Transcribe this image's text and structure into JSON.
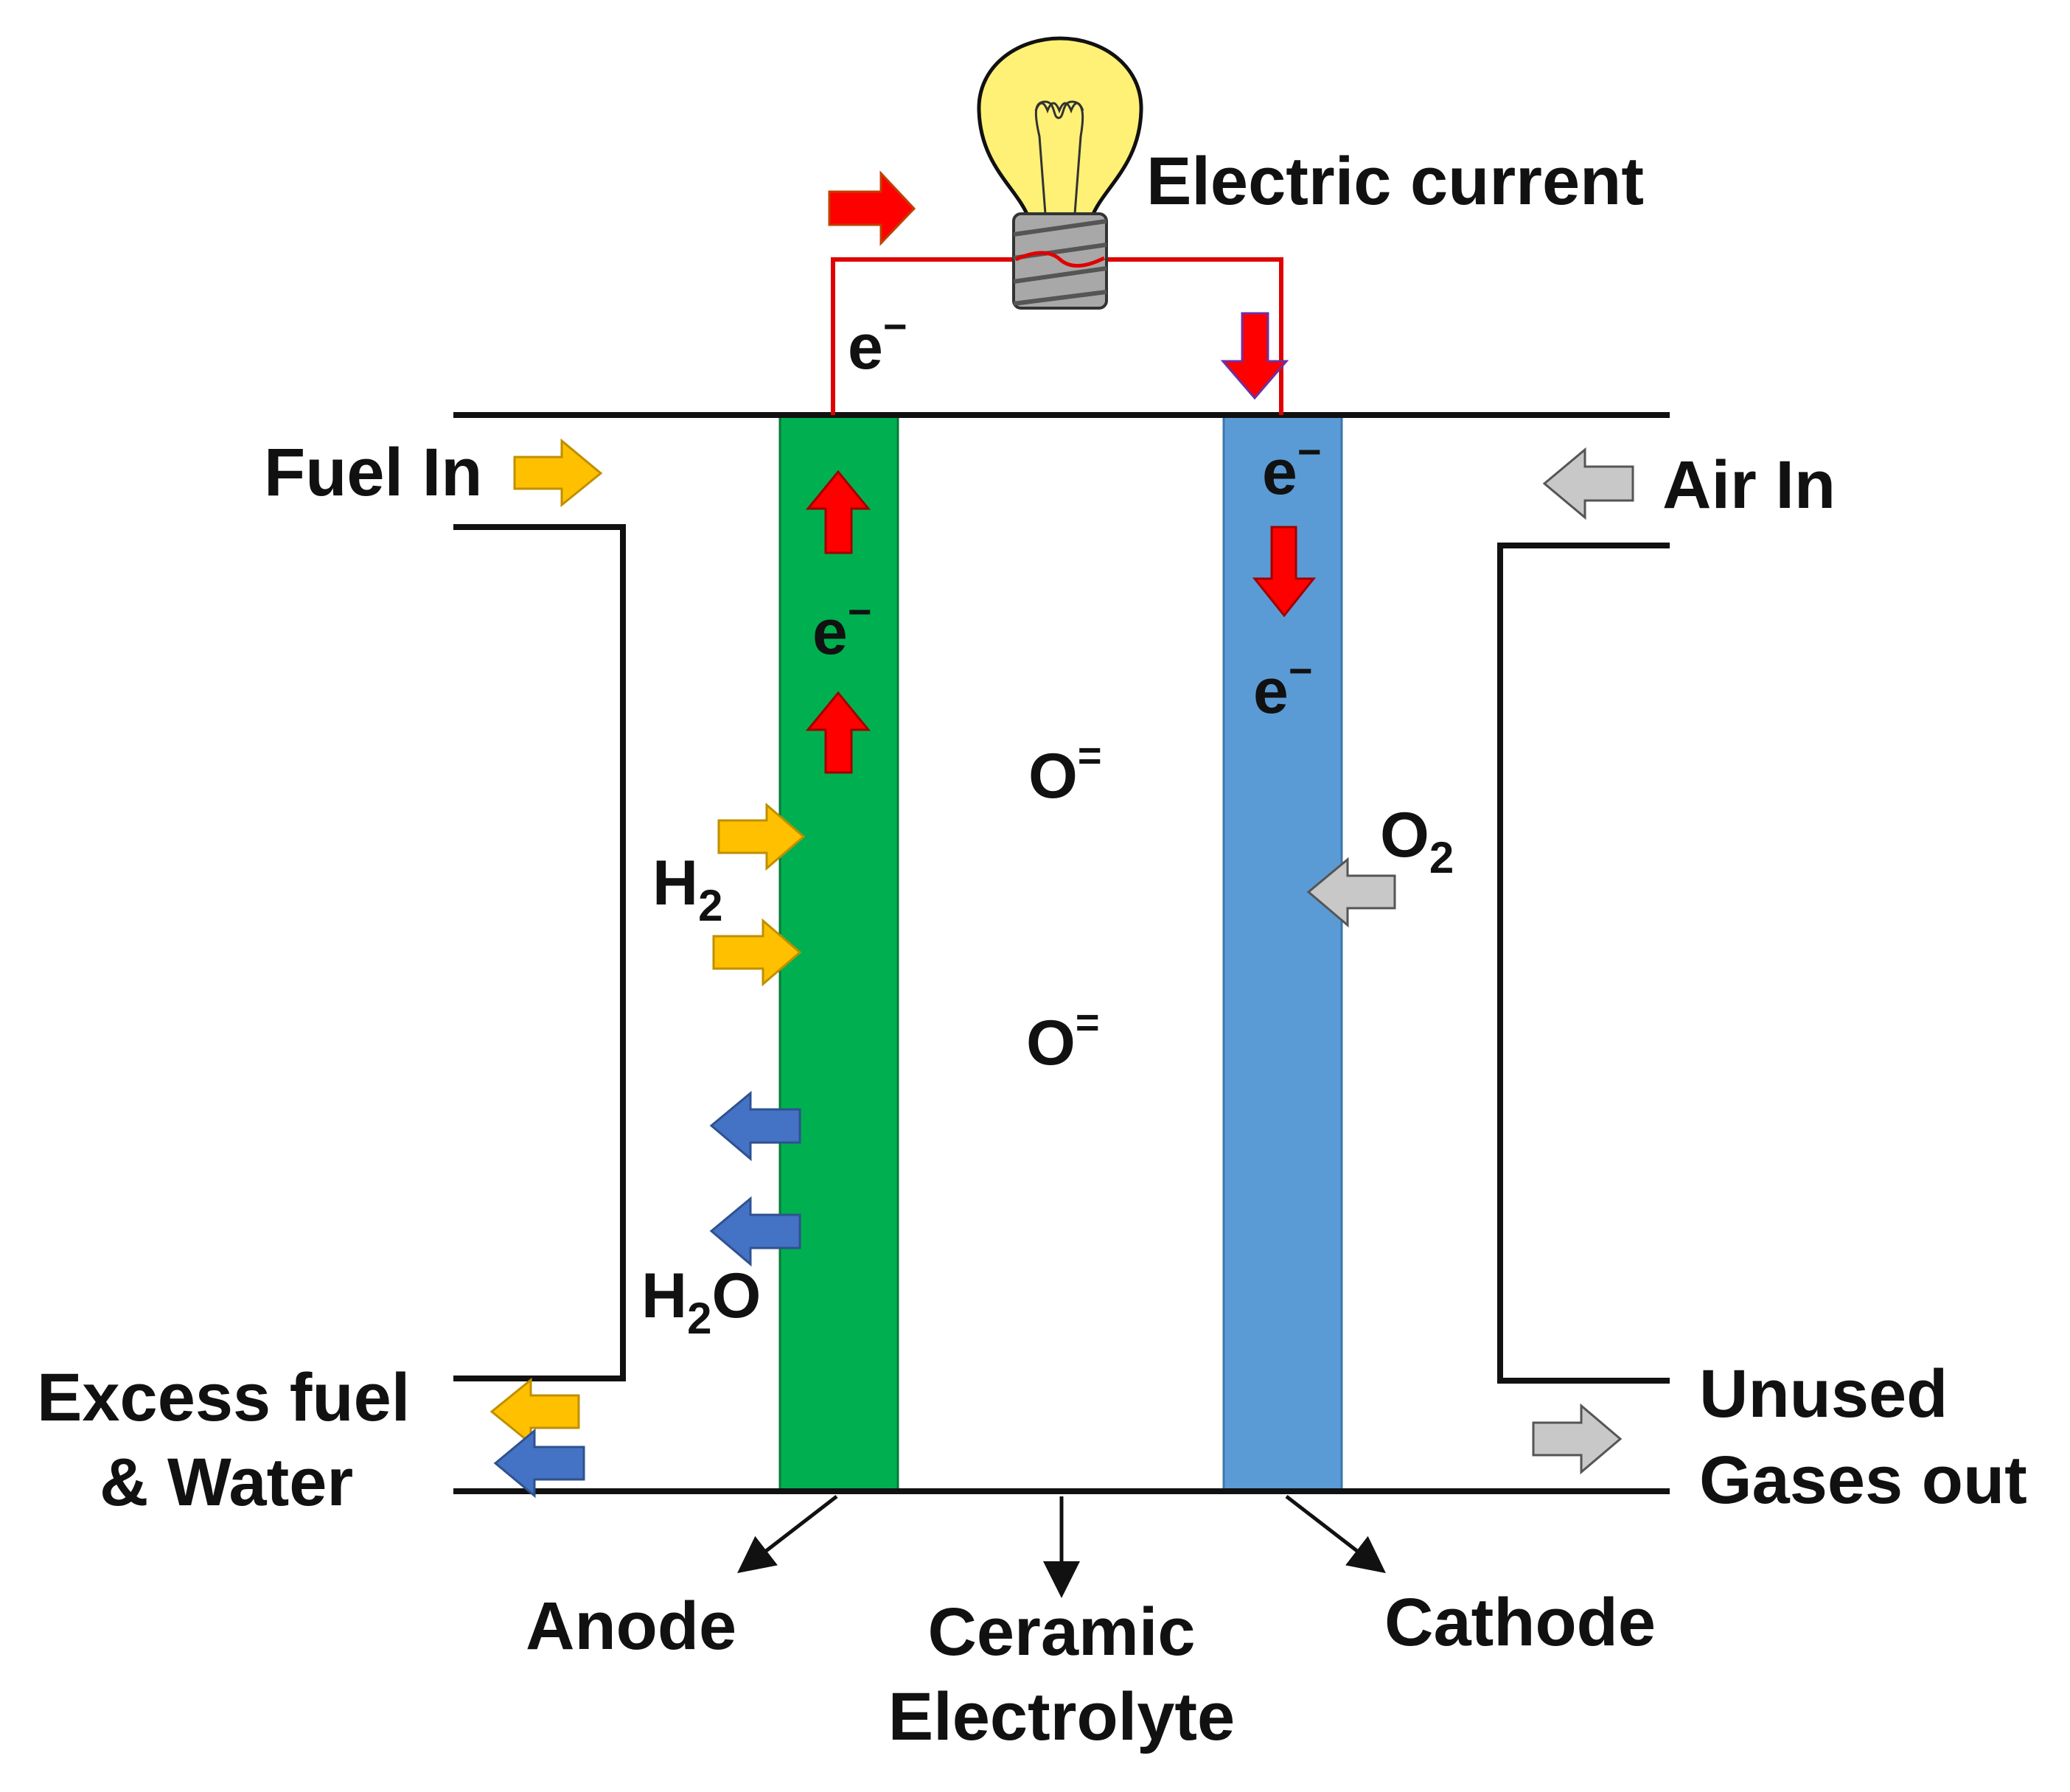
{
  "labels": {
    "electric_current": "Electric current",
    "fuel_in": "Fuel In",
    "air_in": "Air In",
    "excess_fuel_line1": "Excess fuel",
    "excess_fuel_line2": "& Water",
    "unused_gases_line1": "Unused",
    "unused_gases_line2": "Gases out",
    "anode": "Anode",
    "electrolyte_line1": "Ceramic",
    "electrolyte_line2": "Electrolyte",
    "cathode": "Cathode"
  },
  "species": {
    "electron_base": "e",
    "electron_charge": "−",
    "oxide_base": "O",
    "oxide_charge": "=",
    "h2_base": "H",
    "h2_sub": "2",
    "o2_base": "O",
    "o2_sub": "2",
    "water_h": "H",
    "water_sub": "2",
    "water_o": "O"
  },
  "colors": {
    "anode": "#00b050",
    "cathode": "#5b9bd5",
    "wire": "#e00000",
    "electron_arrow": "#ff0000",
    "fuel_arrow": "#ffc000",
    "water_arrow": "#4472c4",
    "air_arrow": "#c8c8c8",
    "bulb": "#fff176"
  }
}
